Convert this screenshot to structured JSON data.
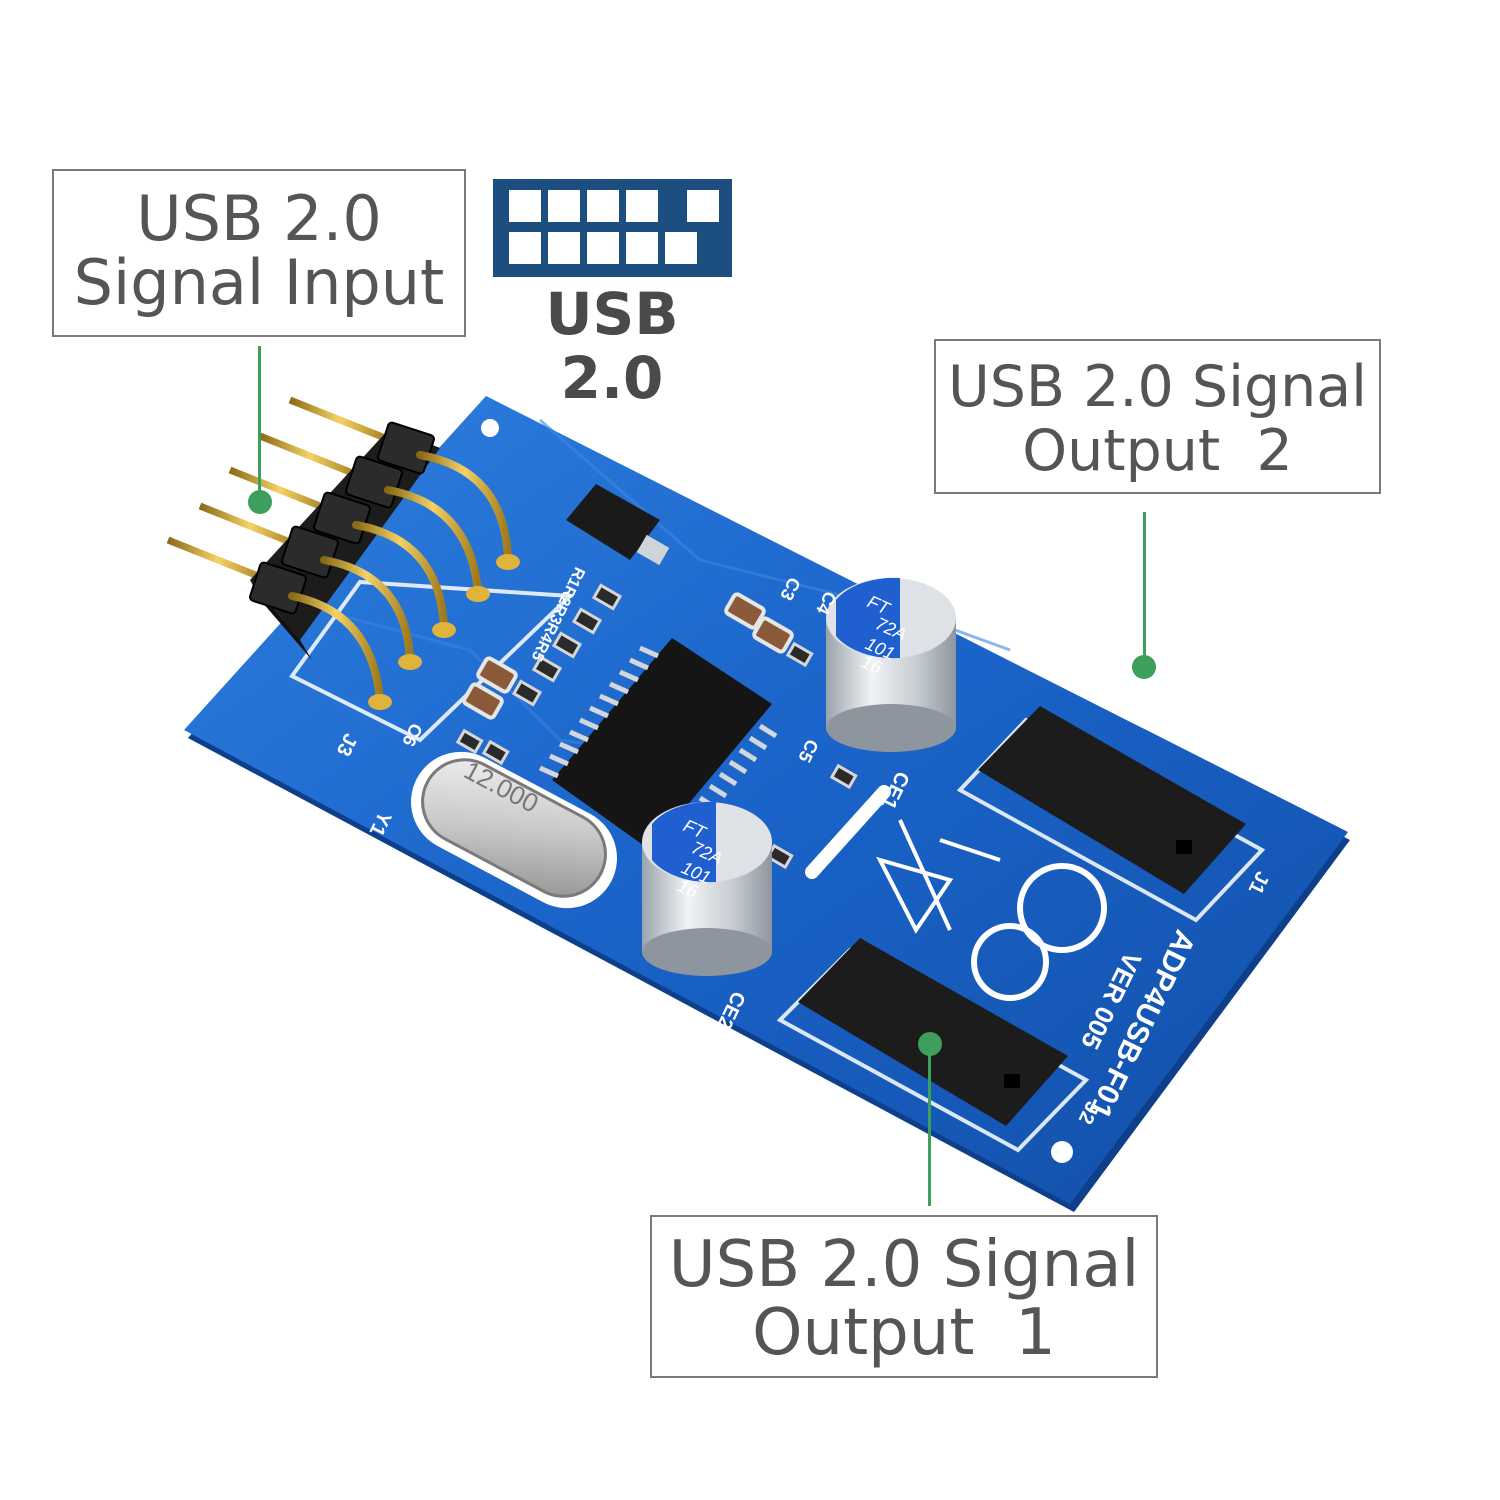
{
  "callouts": {
    "input": {
      "line1": "USB 2.0",
      "line2": "Signal Input"
    },
    "output2": {
      "line1": "USB 2.0 Signal",
      "line2": "Output  2"
    },
    "output1": {
      "line1": "USB 2.0 Signal",
      "line2": "Output  1"
    }
  },
  "usb_logo": {
    "caption": "USB 2.0",
    "color": "#1c4e80"
  },
  "board": {
    "silkscreen": {
      "model": "ADP4USB-F01",
      "version": "VER 005",
      "connector_j1": "J1",
      "connector_j2": "J2",
      "connector_j3": "J3",
      "crystal_ref": "Y1",
      "crystal_value": "12.000",
      "cap_ce1": "CE1",
      "cap_ce2": "CE2",
      "cap_c3": "C3",
      "cap_c4": "C4",
      "cap_c5": "C5",
      "cap_c6": "C6",
      "resistors": "R1R2R3R4R5",
      "capacitor_marking_line1": "FT",
      "capacitor_marking_line2": "72A",
      "capacitor_marking_line3": "101",
      "capacitor_marking_line4": "16"
    },
    "colors": {
      "pcb": "#1a63c8",
      "pin": "#d9a62a",
      "header": "#222222",
      "leader": "#3e9e5c"
    }
  }
}
